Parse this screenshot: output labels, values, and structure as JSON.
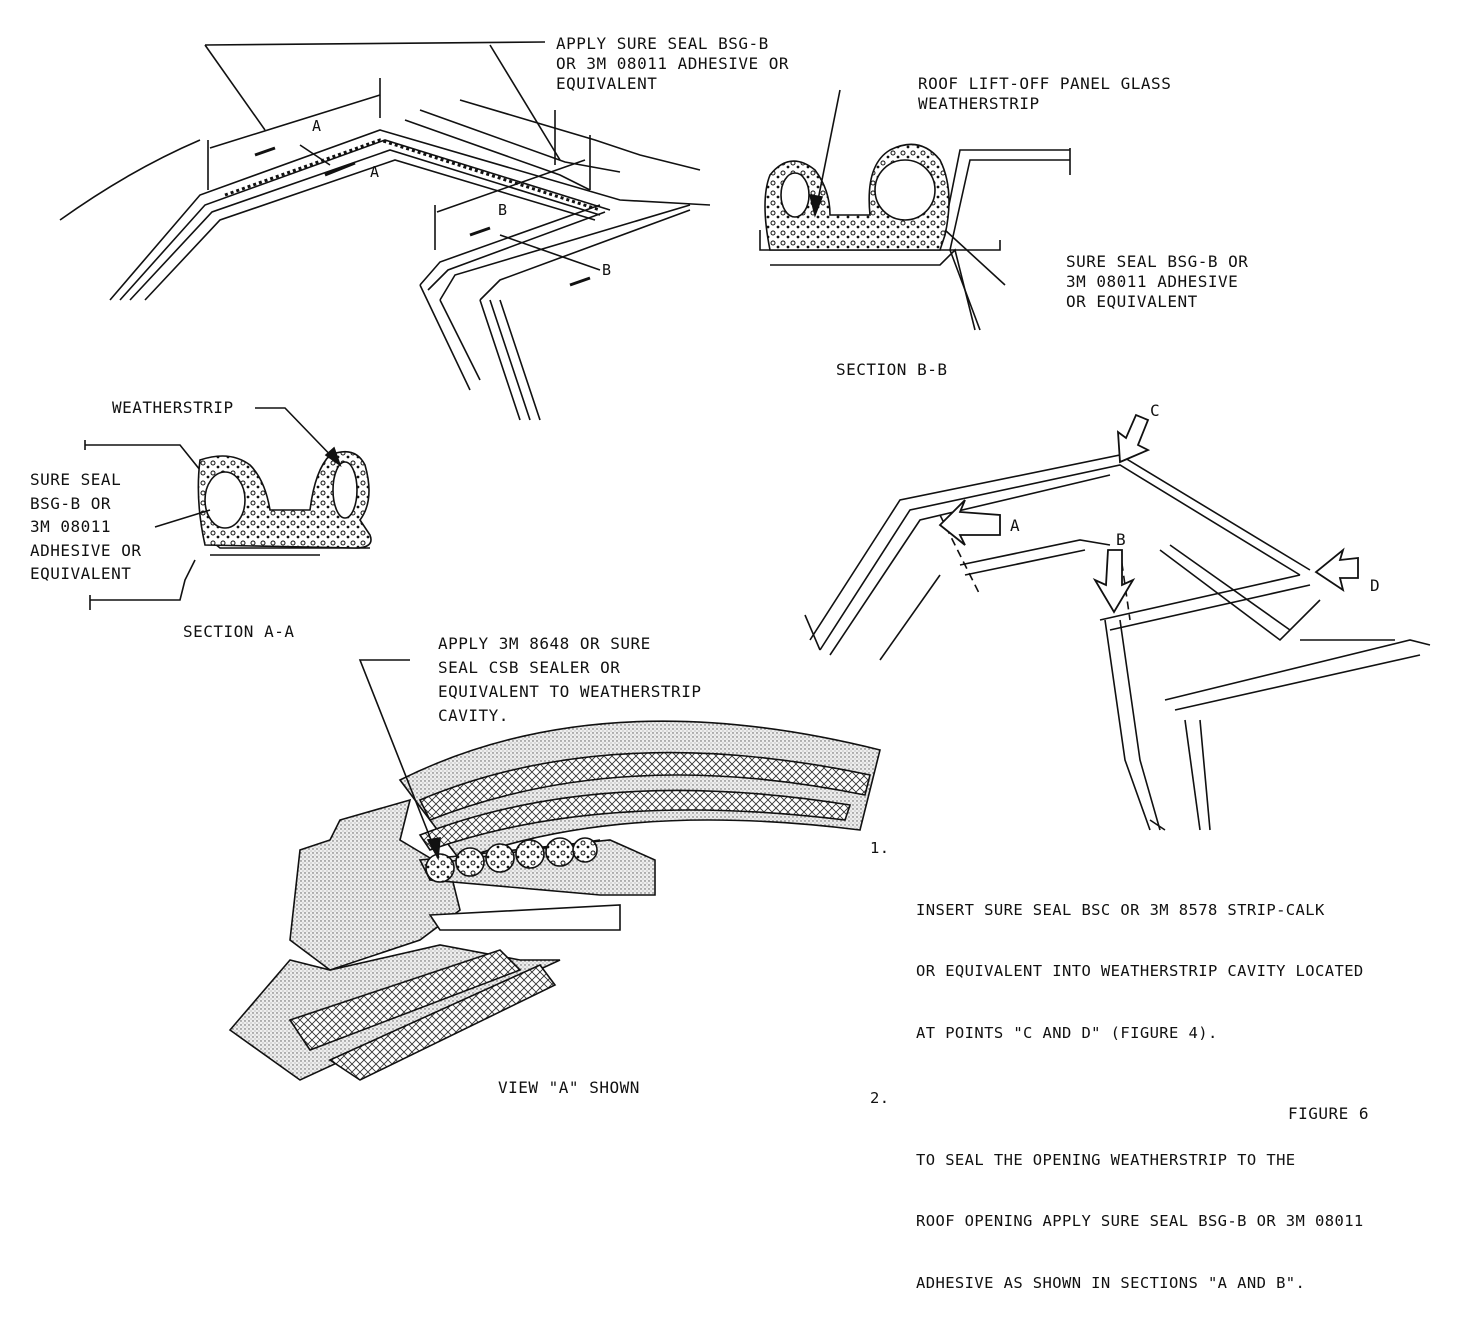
{
  "callouts": {
    "top_adhesive": [
      "APPLY SURE SEAL BSG-B",
      "OR 3M 08011 ADHESIVE OR",
      "EQUIVALENT"
    ],
    "roof_panel": [
      "ROOF LIFT-OFF PANEL GLASS",
      "WEATHERSTRIP"
    ],
    "section_b_adhesive": [
      "SURE SEAL BSG-B OR",
      "3M 08011 ADHESIVE",
      "OR EQUIVALENT"
    ],
    "weatherstrip": "WEATHERSTRIP",
    "section_a_adhesive": [
      "SURE SEAL",
      "BSG-B OR",
      "3M 08011",
      "ADHESIVE OR",
      "EQUIVALENT"
    ],
    "sealer": [
      "APPLY 3M 8648 OR SURE",
      "SEAL CSB SEALER OR",
      "EQUIVALENT TO WEATHERSTRIP",
      "CAVITY."
    ]
  },
  "captions": {
    "section_bb": "SECTION B-B",
    "section_aa": "SECTION A-A",
    "view_a": "VIEW \"A\" SHOWN",
    "figure": "FIGURE 6"
  },
  "markers": {
    "a_dim": "A",
    "a_arrow": "A",
    "b_dim": "B",
    "b_arrow": "B",
    "c": "C",
    "a_view": "A",
    "b_view": "B",
    "d": "D"
  },
  "notes": [
    {
      "num": "1.",
      "lines": [
        "INSERT SURE SEAL BSC OR 3M 8578 STRIP-CALK",
        "OR EQUIVALENT INTO WEATHERSTRIP CAVITY LOCATED",
        "AT POINTS \"C AND D\" (FIGURE 4)."
      ]
    },
    {
      "num": "2.",
      "lines": [
        "TO SEAL THE OPENING WEATHERSTRIP TO THE",
        "ROOF OPENING APPLY SURE SEAL BSG-B OR 3M 08011",
        "ADHESIVE AS SHOWN IN SECTIONS \"A AND B\"."
      ]
    }
  ]
}
